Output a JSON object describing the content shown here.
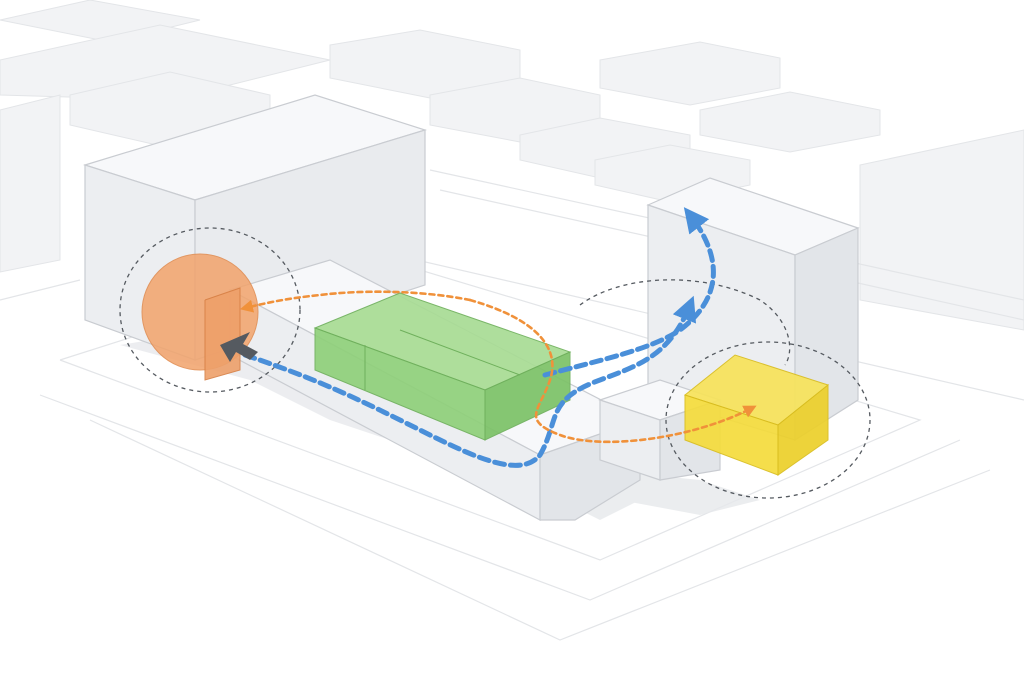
{
  "diagram": {
    "type": "axonometric massing diagram",
    "background_color": "#ffffff",
    "colors": {
      "massing_fill_top": "#f7f8fa",
      "massing_fill_left": "#eceef1",
      "massing_fill_right": "#e2e5e9",
      "massing_stroke": "#c9ccd1",
      "context_fill": "#f2f3f5",
      "ground_line": "#e3e5e8",
      "shadow": "#e7e9ec",
      "orange_volume": "#f2a36b",
      "green_volume": "#8fd07a",
      "yellow_volume": "#f5dc3c",
      "blue_path": "#4a8fd9",
      "orange_path": "#f0913a",
      "dark_arrow": "#555a60",
      "dashed_circle": "#555a60"
    },
    "volumes": [
      {
        "id": "orange-cylinder",
        "color_key": "orange_volume"
      },
      {
        "id": "green-bar",
        "color_key": "green_volume"
      },
      {
        "id": "yellow-block",
        "color_key": "yellow_volume"
      }
    ],
    "flows": [
      {
        "id": "blue-circulation-path",
        "color_key": "blue_path",
        "style": "dashed",
        "direction": "west-to-north-east"
      },
      {
        "id": "orange-circulation-path",
        "color_key": "orange_path",
        "style": "dotted",
        "direction": "east-to-west"
      }
    ],
    "zones": [
      {
        "id": "zone-west",
        "style": "dashed circle"
      },
      {
        "id": "zone-center-east",
        "style": "dashed arc"
      },
      {
        "id": "zone-east",
        "style": "dashed circle"
      }
    ]
  }
}
